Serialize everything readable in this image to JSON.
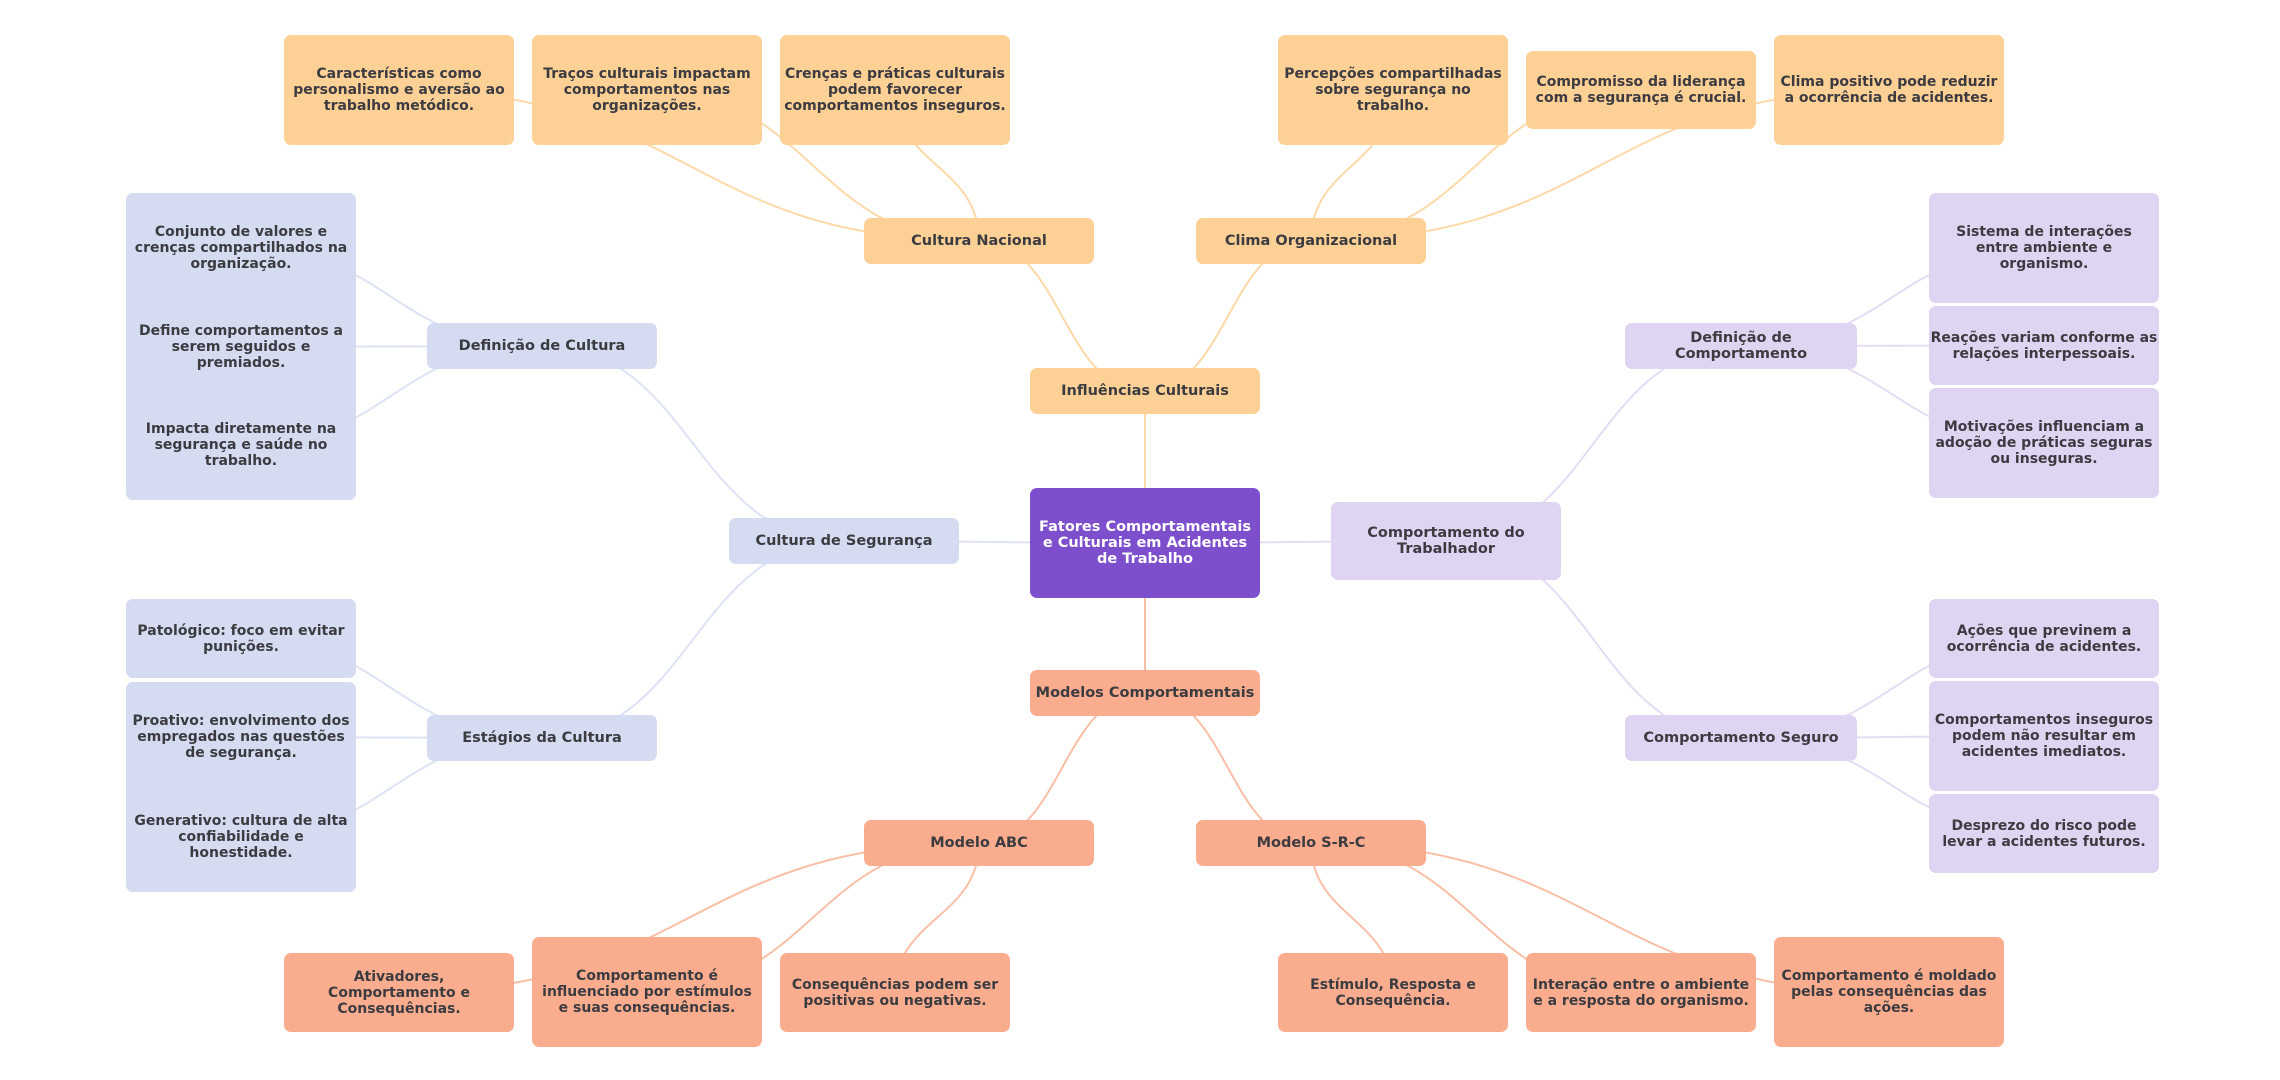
{
  "title": "Fatores Comportamentais e Culturais em Acidentes de Trabalho",
  "colors": {
    "root": "#7e4fcc",
    "cultural": "#fdd096",
    "models": "#f9ad8e",
    "safety_culture": "#d5dcf1",
    "worker_behavior": "#dfd4f1",
    "edge_cultural": "#fdd9a8",
    "edge_models": "#f9bfa6",
    "edge_safety_culture": "#dde3f4",
    "edge_worker_behavior": "#e5dcf4",
    "text": "#3b3b40"
  },
  "root": {
    "label": "Fatores Comportamentais e Culturais em Acidentes de Trabalho"
  },
  "branches": {
    "influencias": {
      "label": "Influências Culturais",
      "cultura_nacional": {
        "label": "Cultura Nacional",
        "leaves": [
          "Características como personalismo e aversão ao trabalho metódico.",
          "Traços culturais impactam comportamentos nas organizações.",
          "Crenças e práticas culturais podem favorecer comportamentos inseguros."
        ]
      },
      "clima_organizacional": {
        "label": "Clima Organizacional",
        "leaves": [
          "Percepções compartilhadas sobre segurança no trabalho.",
          "Compromisso da liderança com a segurança é crucial.",
          "Clima positivo pode reduzir a ocorrência de acidentes."
        ]
      }
    },
    "cultura_seguranca": {
      "label": "Cultura de Segurança",
      "definicao": {
        "label": "Definição de Cultura",
        "leaves": [
          "Conjunto de valores e crenças compartilhados na organização.",
          "Define comportamentos a serem seguidos e premiados.",
          "Impacta diretamente na segurança e saúde no trabalho."
        ]
      },
      "estagios": {
        "label": "Estágios da Cultura",
        "leaves": [
          "Patológico: foco em evitar punições.",
          "Proativo: envolvimento dos empregados nas questões de segurança.",
          "Generativo: cultura de alta confiabilidade e honestidade."
        ]
      }
    },
    "comportamento_trabalhador": {
      "label": "Comportamento do Trabalhador",
      "definicao": {
        "label": "Definição de Comportamento",
        "leaves": [
          "Sistema de interações entre ambiente e organismo.",
          "Reações variam conforme as relações interpessoais.",
          "Motivações influenciam a adoção de práticas seguras ou inseguras."
        ]
      },
      "seguro": {
        "label": "Comportamento Seguro",
        "leaves": [
          "Ações que previnem a ocorrência de acidentes.",
          "Comportamentos inseguros podem não resultar em acidentes imediatos.",
          "Desprezo do risco pode levar a acidentes futuros."
        ]
      }
    },
    "modelos": {
      "label": "Modelos Comportamentais",
      "abc": {
        "label": "Modelo ABC",
        "leaves": [
          "Ativadores, Comportamento e Consequências.",
          "Comportamento é influenciado por estímulos e suas consequências.",
          "Consequências podem ser positivas ou negativas."
        ]
      },
      "src": {
        "label": "Modelo S-R-C",
        "leaves": [
          "Estímulo, Resposta e Consequência.",
          "Interação entre o ambiente e a resposta do organismo.",
          "Comportamento é moldado pelas consequências das ações."
        ]
      }
    }
  }
}
